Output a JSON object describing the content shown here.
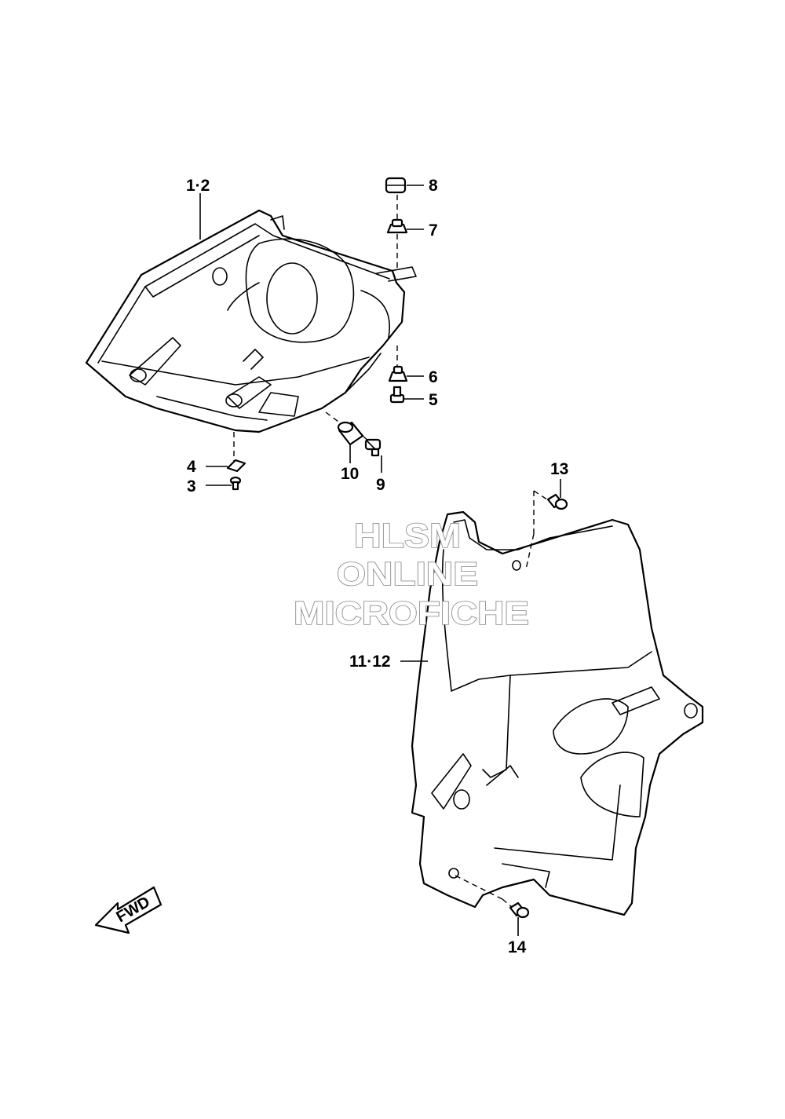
{
  "callouts": {
    "c1_2": "1·2",
    "c3": "3",
    "c4": "4",
    "c5": "5",
    "c6": "6",
    "c7": "7",
    "c8": "8",
    "c9": "9",
    "c10": "10",
    "c11_12": "11·12",
    "c13": "13",
    "c14": "14"
  },
  "watermark": {
    "line1": "HLSM",
    "line2": "ONLINE",
    "line3": "MICROFICHE"
  },
  "direction_badge": {
    "label": "FWD",
    "icon": "arrow-fwd-icon"
  }
}
